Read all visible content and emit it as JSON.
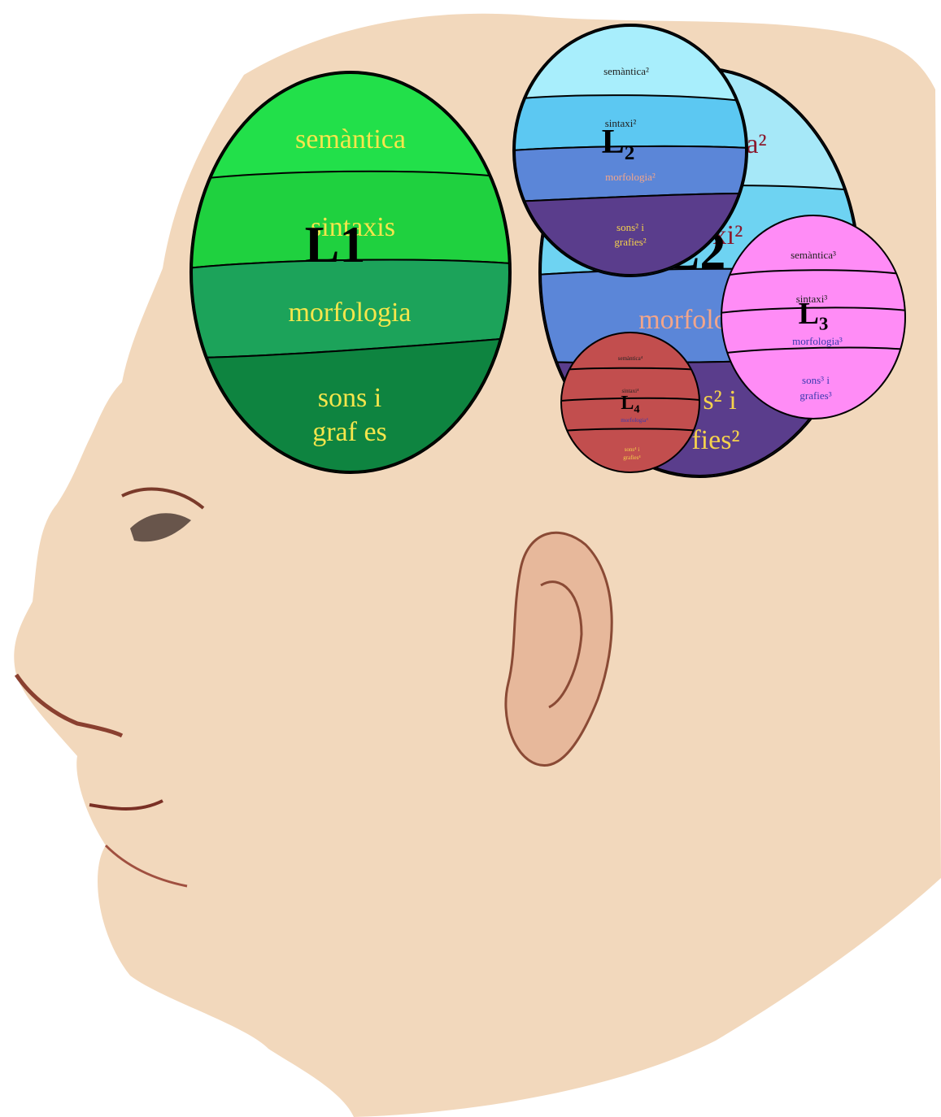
{
  "colors": {
    "background": "#ffffff",
    "skin": "#f2d8bc",
    "skin_shade": "#e3b99a",
    "outline": "#000000",
    "l1": {
      "rim": "#1ccf1c",
      "band1": "#22e04a",
      "band2": "#1fd13f",
      "band3": "#1ca35a",
      "band4": "#0e8440",
      "label": "#f5e64c"
    },
    "l2big": {
      "rim": "#8a8fe8",
      "band1": "#a6e8f8",
      "band2": "#6ed3f2",
      "band3": "#5b86d8",
      "band4": "#5a3d8c",
      "label1": "#8b1a2e",
      "label3": "#f2a58a",
      "label4": "#f5d24c"
    },
    "l2small": {
      "rim": "#2b6c9e",
      "band1": "#a8eefc",
      "band2": "#5cc8f2",
      "band3": "#5b86d8",
      "band4": "#5a3d8c",
      "label1": "#222222",
      "label3": "#f2a58a",
      "label4": "#f5d24c"
    },
    "l3": {
      "fill": "#ff8cf6",
      "label": "#222222",
      "label3": "#3a3ab0",
      "label4": "#3a3ab0"
    },
    "l4": {
      "fill": "#c24e4e",
      "label": "#222222",
      "label3": "#3a3ab0",
      "label4": "#f5d24c"
    }
  },
  "l1": {
    "name": "L1",
    "semantica": "semàntica",
    "sintaxi": "sintaxis",
    "morfologia": "morfologia",
    "sons_line1": "sons i",
    "sons_line2": "graf es"
  },
  "l2_big": {
    "name": "L2",
    "semantica": "a²",
    "sintaxi": "xi²",
    "morfologia": "morfolo",
    "sons_line1": "s² i",
    "sons_line2": "fies²"
  },
  "l2_small": {
    "name": "L₂",
    "semantica": "semàntica²",
    "sintaxi": "sintaxi²",
    "morfologia": "morfologia²",
    "sons_line1": "sons² i",
    "sons_line2": "grafies²"
  },
  "l3": {
    "name": "L₃",
    "semantica": "semàntica³",
    "sintaxi": "sintaxi³",
    "morfologia": "morfologia³",
    "sons_line1": "sons³ i",
    "sons_line2": "grafies³"
  },
  "l4": {
    "name": "L₄",
    "semantica": "semàntica⁴",
    "sintaxi": "sintaxi⁴",
    "morfologia": "morfologia⁴",
    "sons_line1": "sons⁴ i",
    "sons_line2": "grafies⁴"
  }
}
